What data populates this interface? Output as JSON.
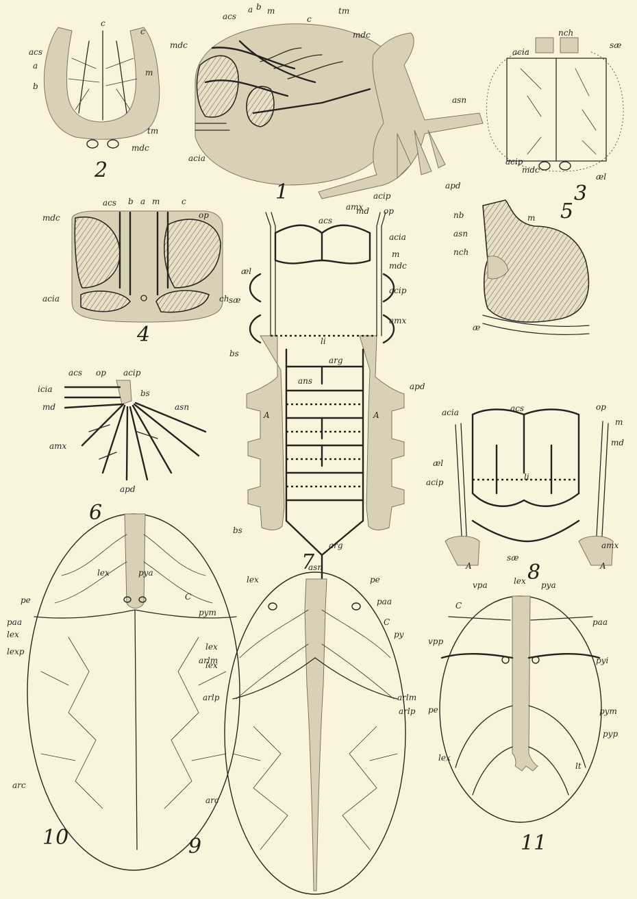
{
  "figures": [
    {
      "number": "1",
      "labels": [
        "acs",
        "a",
        "b",
        "m",
        "c",
        "tm",
        "mdc",
        "mdc",
        "asn",
        "acia",
        "acip",
        "amx",
        "apd"
      ]
    },
    {
      "number": "2",
      "labels": [
        "c",
        "acs",
        "a",
        "b",
        "c",
        "m",
        "tm",
        "mdc"
      ]
    },
    {
      "number": "3",
      "labels": [
        "acia",
        "nch",
        "sæ",
        "acip",
        "mdc",
        "æl"
      ]
    },
    {
      "number": "4",
      "labels": [
        "acs",
        "b",
        "a",
        "m",
        "c",
        "op",
        "mdc",
        "acia",
        "ch"
      ]
    },
    {
      "number": "5",
      "labels": [
        "nb",
        "m",
        "asn",
        "nch",
        "æ"
      ]
    },
    {
      "number": "6",
      "labels": [
        "acs",
        "op",
        "acip",
        "icia",
        "md",
        "bs",
        "asn",
        "amx",
        "apd"
      ]
    },
    {
      "number": "7",
      "labels": [
        "md",
        "op",
        "acs",
        "æl",
        "acia",
        "m",
        "mdc",
        "sæ",
        "acip",
        "amx",
        "li",
        "bs",
        "arg",
        "ans",
        "A",
        "A",
        "apd",
        "bs",
        "arg",
        "asn"
      ]
    },
    {
      "number": "8",
      "labels": [
        "acia",
        "acs",
        "op",
        "m",
        "md",
        "æl",
        "acip",
        "li",
        "sæ",
        "A",
        "A",
        "amx"
      ]
    },
    {
      "number": "9",
      "labels": [
        "lex",
        "pe",
        "paa",
        "C",
        "py",
        "lex",
        "lex",
        "arlm",
        "arlp",
        "arc"
      ]
    },
    {
      "number": "10",
      "labels": [
        "lex",
        "pya",
        "pe",
        "C",
        "pym",
        "paa",
        "lex",
        "arlm",
        "lexp",
        "arlp",
        "arc"
      ]
    },
    {
      "number": "11",
      "labels": [
        "vpa",
        "lex",
        "pya",
        "C",
        "paa",
        "vpp",
        "pyi",
        "pe",
        "pym",
        "pyp",
        "lex",
        "lt"
      ]
    }
  ]
}
